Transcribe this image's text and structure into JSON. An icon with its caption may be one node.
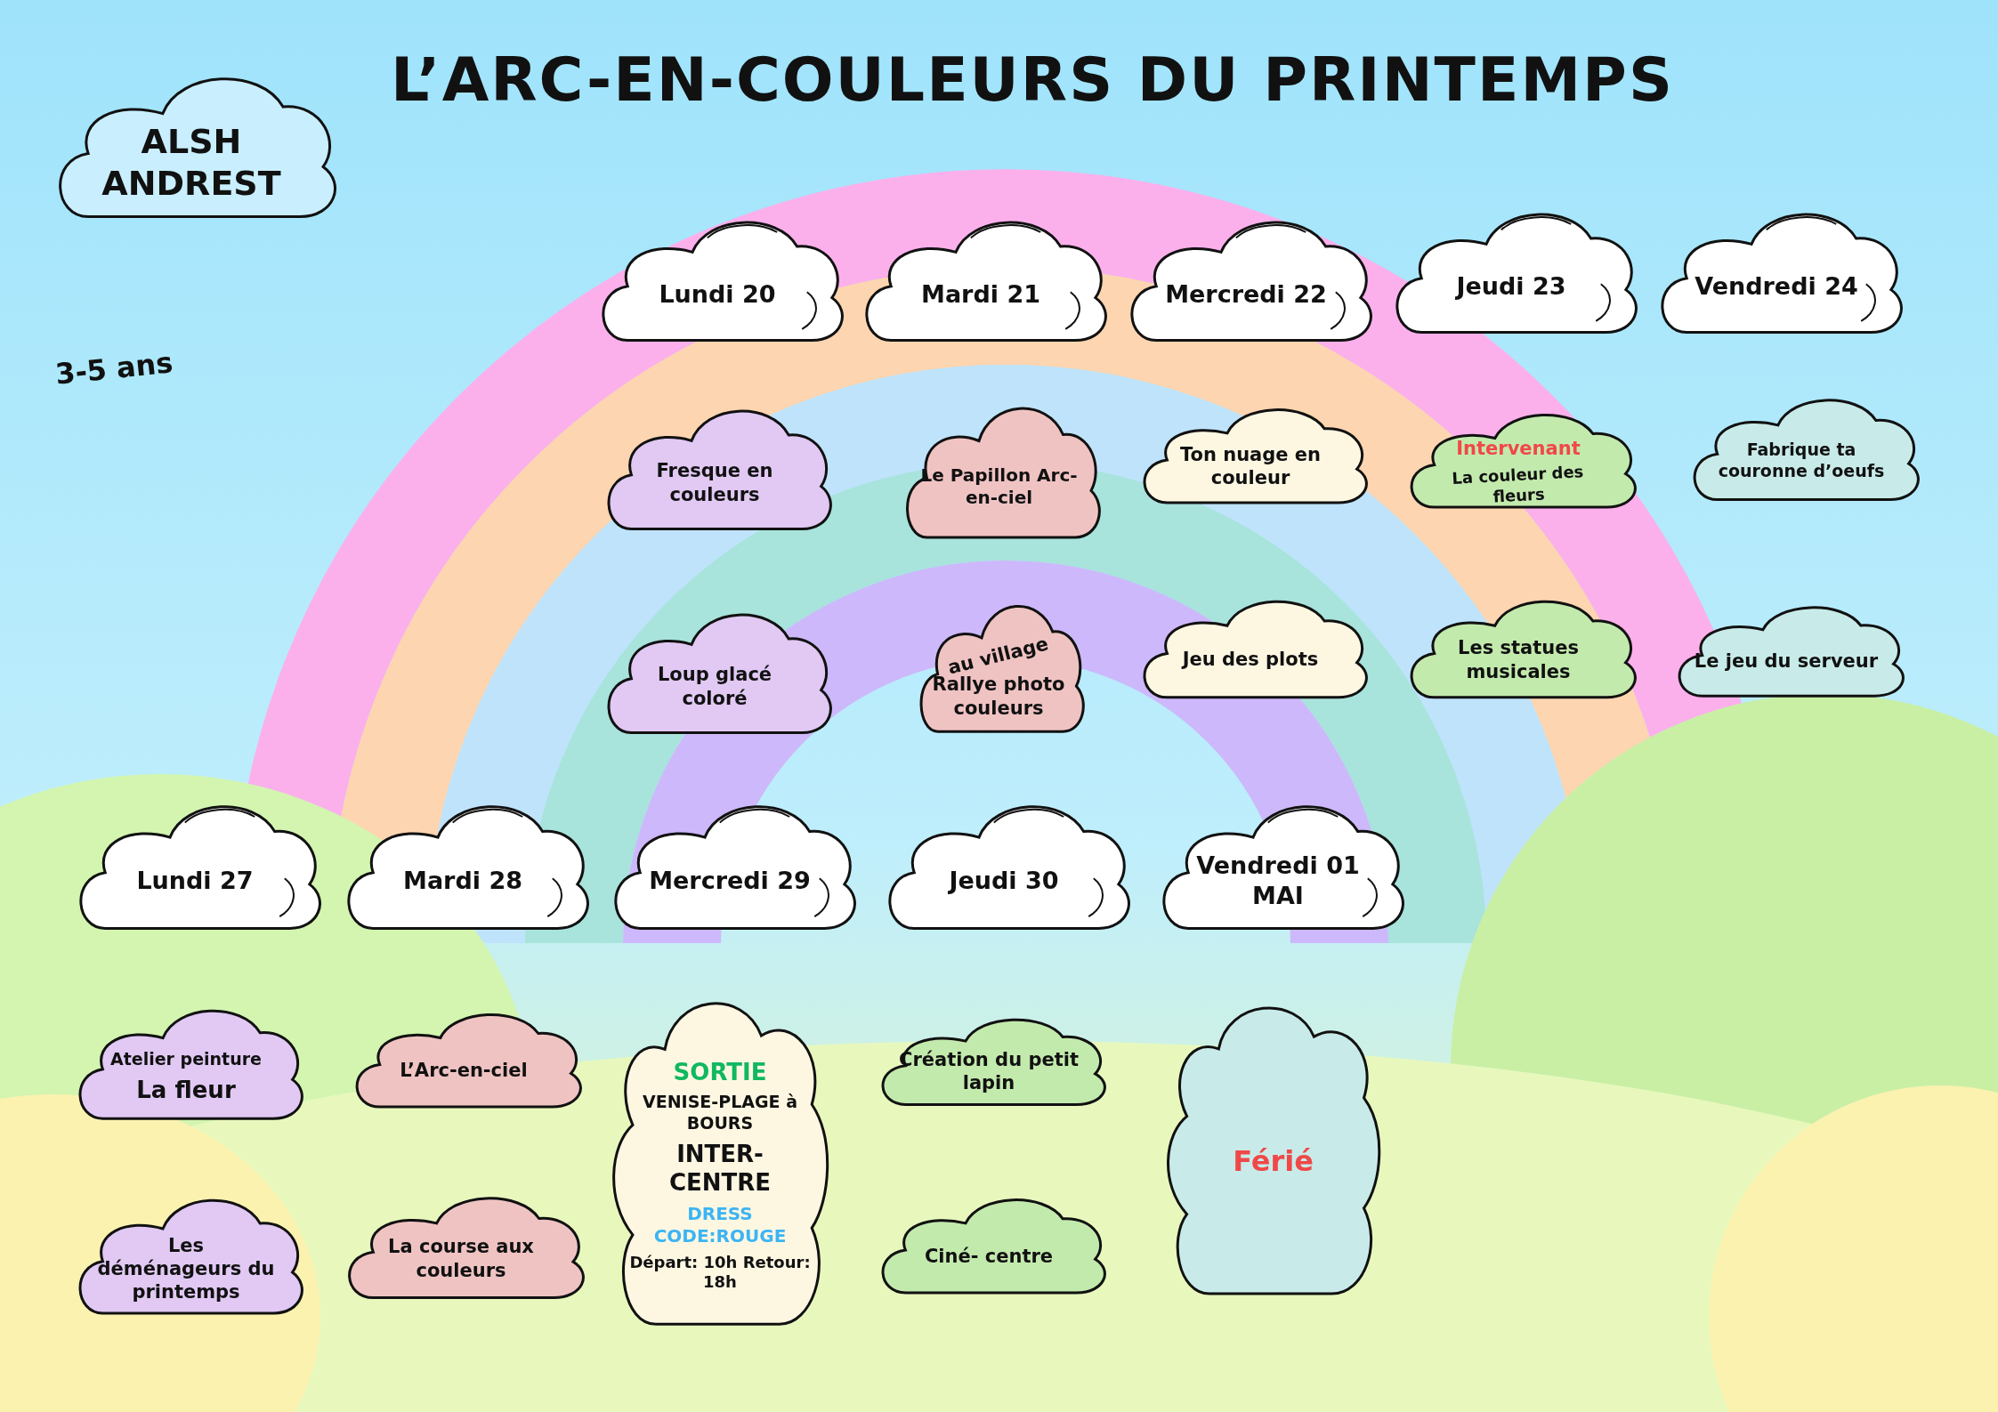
{
  "diagram": {
    "title": "L’ARC-EN-COULEURS DU PRINTEMPS",
    "nodes": [
      {
        "text": [
          "ALSH ANDREST"
        ]
      },
      {
        "text": [
          "Lundi 20"
        ]
      },
      {
        "text": [
          "Mardi 21"
        ]
      },
      {
        "text": [
          "Mercredi 22"
        ]
      },
      {
        "text": [
          "Jeudi 23"
        ]
      },
      {
        "text": [
          "Vendredi 24"
        ]
      },
      {
        "text": [
          "Fresque en couleurs"
        ]
      },
      {
        "text": [
          "Le Papillon Arc-en-ciel"
        ]
      },
      {
        "text": [
          "Ton nuage en couleur"
        ]
      },
      {
        "text": [
          "Intervenant",
          "La couleur des fleurs"
        ]
      },
      {
        "text": [
          "Fabrique ta couronne d’oeufs"
        ]
      },
      {
        "text": [
          "Loup glacé coloré"
        ]
      },
      {
        "text": [
          "au village",
          "Rallye photo couleurs"
        ]
      },
      {
        "text": [
          "Jeu des plots"
        ]
      },
      {
        "text": [
          "Les statues musicales"
        ]
      },
      {
        "text": [
          "Le jeu du serveur"
        ]
      },
      {
        "text": [
          "Lundi 27"
        ]
      },
      {
        "text": [
          "Mardi 28"
        ]
      },
      {
        "text": [
          "Mercredi 29"
        ]
      },
      {
        "text": [
          "Jeudi 30"
        ]
      },
      {
        "text": [
          "Vendredi 01 MAI"
        ]
      },
      {
        "text": [
          "Atelier peinture",
          "La fleur"
        ]
      },
      {
        "text": [
          "L’Arc-en-ciel"
        ]
      },
      {
        "text": [
          "SORTIE",
          "VENISE-PLAGE à BOURS",
          "INTER-CENTRE",
          "DRESS CODE:ROUGE",
          "Départ: 10h Retour: 18h"
        ]
      },
      {
        "text": [
          "Création du petit lapin"
        ]
      },
      {
        "text": [
          "Férié"
        ]
      },
      {
        "text": [
          "Les déménageurs du printemps"
        ]
      },
      {
        "text": [
          "La course aux couleurs"
        ]
      },
      {
        "text": [
          "Ciné- centre"
        ]
      }
    ],
    "edges": [],
    "labels": [
      "3-5 ans"
    ]
  }
}
